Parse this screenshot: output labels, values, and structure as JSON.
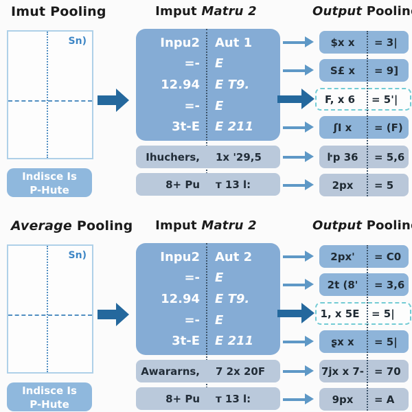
{
  "colors": {
    "matrix_box": "#85acd5",
    "output_row_dark": "#8eb4d9",
    "output_row_light": "#b9c7d9",
    "info_row": "#bac9db",
    "index_box": "#8fb8dd",
    "arrow_thin": "#5e98c6",
    "arrow_bold": "#24689d",
    "dashed_border": "#72cbd4",
    "grid_border": "#aed0e8",
    "grid_line": "#4f8dc1",
    "divider_dot": "#3b5268",
    "title_text": "#1b1b1b",
    "corner_label_text": "#3f87c6"
  },
  "sections": [
    {
      "left_title_1": "Imut",
      "left_title_2": "Pooling",
      "corner_label": "Sn)",
      "index_line1": "Indisce Is",
      "index_line2": "P-Hute",
      "middle_title_1": "Imput",
      "middle_title_2": "Matru 2",
      "right_title_1": "Output",
      "right_title_2": "Pooling",
      "matrix_rows": [
        {
          "l": "Inpu2",
          "r": "Aut 1"
        },
        {
          "l": "=-",
          "r": "E"
        },
        {
          "l": "12.94",
          "r": "E T9."
        },
        {
          "l": "=-",
          "r": "E"
        },
        {
          "l": "3t-E",
          "r": "E 211"
        }
      ],
      "info_rows": [
        {
          "l": "Ihuchers,",
          "r": "1x '29,5"
        },
        {
          "l": "8+ Pu",
          "r": "т 13 l:"
        }
      ],
      "output_rows": [
        {
          "l": "$x x",
          "r": "= 3|"
        },
        {
          "l": "S£ x",
          "r": "= 9]"
        },
        {
          "l": "F, x 6",
          "r": "= 5'|"
        },
        {
          "l": "ʃI x",
          "r": "= (F)"
        },
        {
          "l": "ŀp 36",
          "r": "= 5,6"
        },
        {
          "l": "2px",
          "r": "= 5"
        }
      ]
    },
    {
      "left_title_1": "Average",
      "left_title_2": "Pooling",
      "corner_label": "Sn)",
      "index_line1": "Indisce Is",
      "index_line2": "P-Hute",
      "middle_title_1": "Imput",
      "middle_title_2": "Matru 2",
      "right_title_1": "Output",
      "right_title_2": "Pooling",
      "matrix_rows": [
        {
          "l": "Inpu2",
          "r": "Aut 2"
        },
        {
          "l": "=-",
          "r": "E"
        },
        {
          "l": "12.94",
          "r": "E T9."
        },
        {
          "l": "=-",
          "r": "E"
        },
        {
          "l": "3t-E",
          "r": "E 211"
        }
      ],
      "info_rows": [
        {
          "l": "Awararns,",
          "r": "7 2x 20F"
        },
        {
          "l": "8+ Pu",
          "r": "т 13 l:"
        }
      ],
      "output_rows": [
        {
          "l": "2px'",
          "r": "= C0"
        },
        {
          "l": "2t (8'",
          "r": "= 3,6"
        },
        {
          "l": "1, x 5E",
          "r": "= 5|"
        },
        {
          "l": "ʂx x",
          "r": "= 5|"
        },
        {
          "l": "7jx x 7-",
          "r": "= 70"
        },
        {
          "l": "9px",
          "r": "= A"
        }
      ]
    }
  ]
}
